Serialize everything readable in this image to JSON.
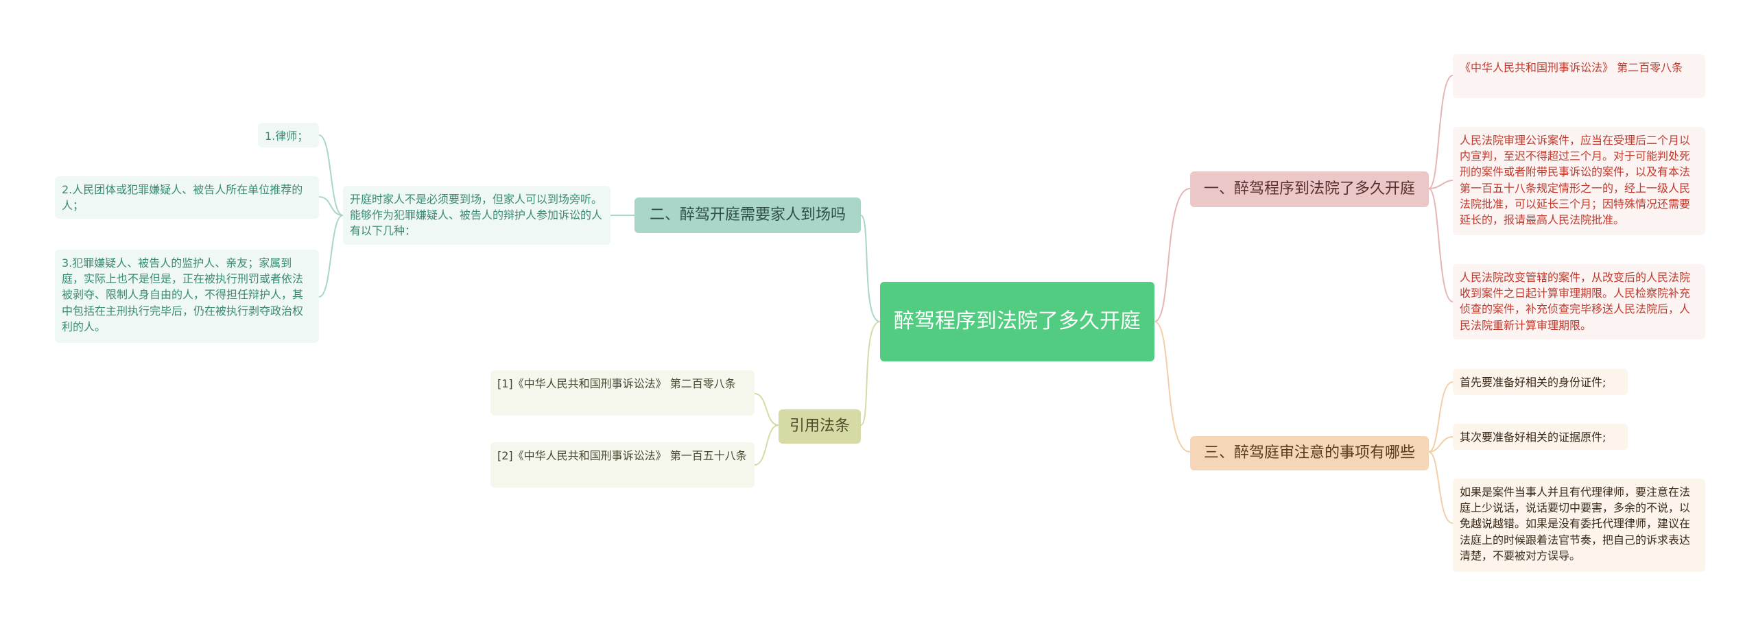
{
  "root": {
    "label": "醉驾程序到法院了多久开庭"
  },
  "branches": {
    "b1": {
      "label": "一、醉驾程序到法院了多久开庭",
      "items": [
        "《中华人民共和国刑事诉讼法》 第二百零八条",
        "人民法院审理公诉案件，应当在受理后二个月以内宣判，至迟不得超过三个月。对于可能判处死刑的案件或者附带民事诉讼的案件，以及有本法第一百五十八条规定情形之一的，经上一级人民法院批准，可以延长三个月；因特殊情况还需要延长的，报请最高人民法院批准。",
        "人民法院改变管辖的案件，从改变后的人民法院收到案件之日起计算审理期限。人民检察院补充侦查的案件，补充侦查完毕移送人民法院后，人民法院重新计算审理期限。"
      ]
    },
    "b2": {
      "label": "二、醉驾开庭需要家人到场吗",
      "mid": "开庭时家人不是必须要到场，但家人可以到场旁听。能够作为犯罪嫌疑人、被告人的辩护人参加诉讼的人有以下几种：",
      "items": [
        "1.律师；",
        "2.人民团体或犯罪嫌疑人、被告人所在单位推荐的人；",
        "3.犯罪嫌疑人、被告人的监护人、亲友；家属到庭，实际上也不是但是，正在被执行刑罚或者依法被剥夺、限制人身自由的人，不得担任辩护人，其中包括在主刑执行完毕后，仍在被执行剥夺政治权利的人。"
      ]
    },
    "b3": {
      "label": "三、醉驾庭审注意的事项有哪些",
      "items": [
        "首先要准备好相关的身份证件;",
        "其次要准备好相关的证据原件;",
        "如果是案件当事人并且有代理律师，要注意在法庭上少说话，说话要切中要害，多余的不说，以免越说越错。如果是没有委托代理律师，建议在法庭上的时候跟着法官节奏，把自己的诉求表达清楚，不要被对方误导。"
      ]
    },
    "b4": {
      "label": "引用法条",
      "items": [
        "[1]《中华人民共和国刑事诉讼法》 第二百零八条",
        "[2]《中华人民共和国刑事诉讼法》 第一百五十八条"
      ]
    }
  },
  "colors": {
    "root": "#52cc80",
    "red_link": "#e6b4b4",
    "teal_link": "#a9d6c9",
    "olive_link": "#d6dba6",
    "orange_link": "#f2cfa6"
  }
}
